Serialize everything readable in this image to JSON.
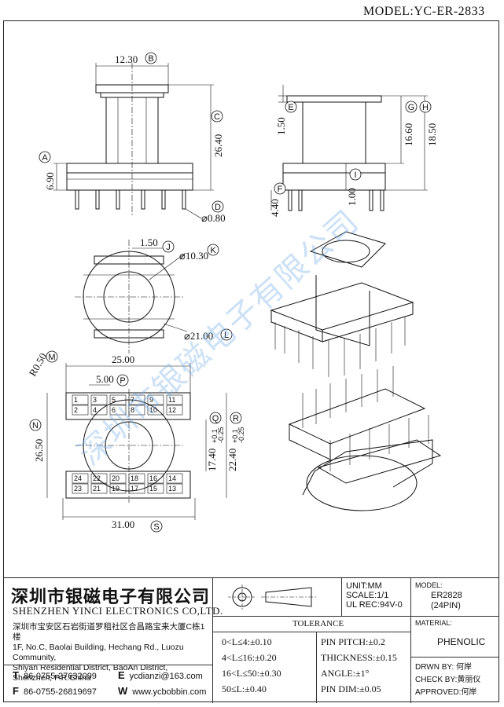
{
  "header": {
    "model_label": "MODEL:YC-ER-2833"
  },
  "watermark": "深圳市银磁电子有限公司",
  "dimensions": {
    "front_width": "12.30",
    "front_height": "26.40",
    "front_base": "6.90",
    "pin_dia": "⌀0.80",
    "side_top": "1.50",
    "side_body": "16.60",
    "side_total": "18.50",
    "side_pin": "4.40",
    "side_offset": "1.00",
    "top_slot": "1.50",
    "top_inner": "⌀10.30",
    "top_outer": "⌀21.00",
    "pin_radius": "R0.50",
    "row_span": "25.00",
    "pin_pitch": "5.00",
    "total_depth": "26.50",
    "inner_gap": "17.40",
    "inner_gap_tol_up": "+0.1",
    "inner_gap_tol_dn": "-0.25",
    "outer_gap": "22.40",
    "outer_gap_tol_up": "+0.1",
    "outer_gap_tol_dn": "-0.25",
    "base_width": "31.00"
  },
  "circle_labels": [
    "A",
    "B",
    "C",
    "D",
    "E",
    "F",
    "G",
    "H",
    "I",
    "J",
    "K",
    "L",
    "M",
    "N",
    "P",
    "Q",
    "R",
    "S"
  ],
  "pins_top": [
    "1",
    "3",
    "5",
    "7",
    "9",
    "11",
    "2",
    "4",
    "6",
    "8",
    "10",
    "12"
  ],
  "pins_bottom": [
    "24",
    "22",
    "20",
    "18",
    "16",
    "14",
    "23",
    "21",
    "19",
    "17",
    "15",
    "13"
  ],
  "titleblock": {
    "company_cn": "深圳市银磁电子有限公司",
    "company_en": "SHENZHEN YINCI ELECTRONICS CO,LTD.",
    "address_cn": "深圳市宝安区石岩街道罗租社区合昌路宝来大厦C栋1楼",
    "address_en_1": "1F, No.C, Baolai Building, Hechang Rd., Luozu Community,",
    "address_en_2": "Shiyan Residential District, BaoAn District,",
    "address_en_3": "Shenzhen, P.R.China",
    "tel_label": "T",
    "tel": "86-0755-27632099",
    "fax_label": "F",
    "fax": "86-0755-26819697",
    "email_label": "E",
    "email": "ycdianzi@163.com",
    "web_label": "W",
    "web": "www.ycbobbin.com",
    "unit": "UNIT:MM",
    "scale": "SCALE:1/1",
    "ul": "UL REC:94V-0",
    "model_title": "MODEL:",
    "model_value": "ER2828",
    "model_pins": "(24PIN)",
    "material_title": "MATERIAL:",
    "material_value": "PHENOLIC",
    "tolerance_title": "TOLERANCE",
    "tol_1": "0<L≤4:±0.10",
    "tol_2": "4<L≤16:±0.20",
    "tol_3": "16<L≤50:±0.30",
    "tol_4": "50≤L:±0.40",
    "tol_5": "PIN PITCH:±0.2",
    "tol_6": "THICKNESS:±0.15",
    "tol_7": "ANGLE:±1°",
    "tol_8": "PIN DIM:±0.05",
    "drawn": "DRWN BY: 何岸",
    "check": "CHECK BY:黄丽仪",
    "approved": "APPROVED:何岸"
  }
}
